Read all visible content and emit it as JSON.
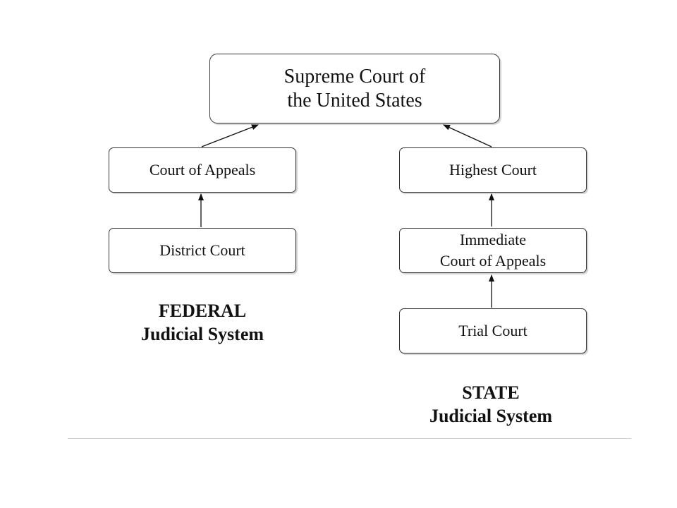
{
  "diagram": {
    "supreme": {
      "line1": "Supreme Court of",
      "line2": "the United States"
    },
    "federal": {
      "appeals": "Court of Appeals",
      "district": "District Court",
      "label_line1": "FEDERAL",
      "label_line2": "Judicial System"
    },
    "state": {
      "highest": "Highest Court",
      "immediate_line1": "Immediate",
      "immediate_line2": "Court of Appeals",
      "trial": "Trial Court",
      "label_line1": "STATE",
      "label_line2": "Judicial System"
    }
  },
  "colors": {
    "box_border": "#333333",
    "arrow": "#111111",
    "divider": "#d4d4d4"
  }
}
